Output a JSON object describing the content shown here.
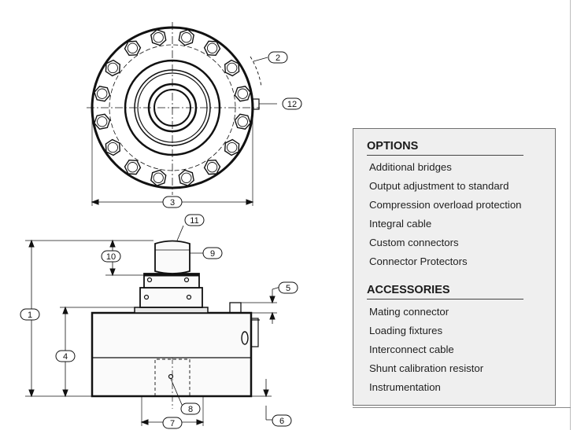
{
  "options": {
    "title": "OPTIONS",
    "items": [
      "Additional bridges",
      "Output adjustment to standard",
      "Compression overload protection",
      "Integral cable",
      "Custom connectors",
      "Connector Protectors"
    ]
  },
  "accessories": {
    "title": "ACCESSORIES",
    "items": [
      "Mating connector",
      "Loading fixtures",
      "Interconnect cable",
      "Shunt calibration resistor",
      "Instrumentation"
    ]
  },
  "drawing": {
    "callouts": {
      "c1": "1",
      "c2": "2",
      "c3": "3",
      "c4": "4",
      "c5": "5",
      "c6": "6",
      "c7": "7",
      "c8": "8",
      "c9": "9",
      "c10": "10",
      "c11": "11",
      "c12": "12"
    }
  }
}
